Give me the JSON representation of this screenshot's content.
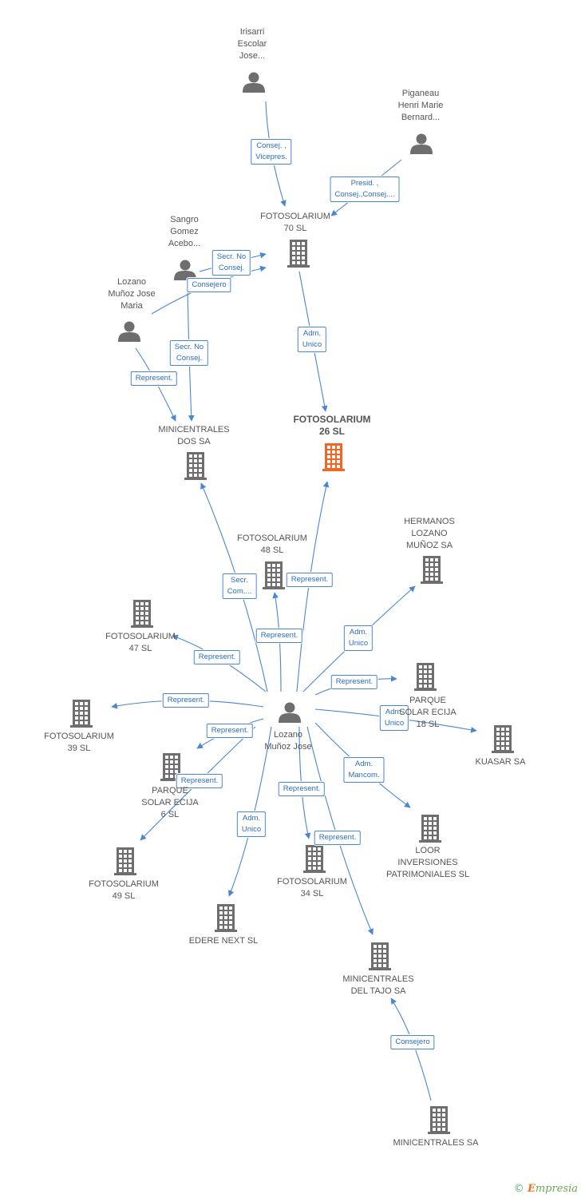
{
  "colors": {
    "edge": "#4a86d4",
    "node": "#6e6e6e",
    "focus": "#f26522",
    "label_text": "#2c6cc4"
  },
  "nodes": [
    {
      "id": "irisarri",
      "type": "person",
      "lines": [
        "Irisarri",
        "Escolar",
        "Jose..."
      ]
    },
    {
      "id": "piganeau",
      "type": "person",
      "lines": [
        "Piganeau",
        "Henri Marie",
        "Bernard..."
      ]
    },
    {
      "id": "sangro",
      "type": "person",
      "lines": [
        "Sangro",
        "Gomez",
        "Acebo..."
      ]
    },
    {
      "id": "lozano_top",
      "type": "person",
      "lines": [
        "Lozano",
        "Muñoz Jose",
        "Maria"
      ]
    },
    {
      "id": "foto70",
      "type": "company",
      "lines": [
        "FOTOSOLARIUM",
        "70 SL"
      ]
    },
    {
      "id": "foto26",
      "type": "company",
      "focus": true,
      "lines": [
        "FOTOSOLARIUM",
        "26 SL"
      ]
    },
    {
      "id": "minidos",
      "type": "company",
      "lines": [
        "MINICENTRALES",
        "DOS SA"
      ]
    },
    {
      "id": "foto48",
      "type": "company",
      "lines": [
        "FOTOSOLARIUM",
        "48 SL"
      ]
    },
    {
      "id": "hermanos",
      "type": "company",
      "lines": [
        "HERMANOS",
        "LOZANO",
        "MUÑOZ SA"
      ]
    },
    {
      "id": "foto47",
      "type": "company",
      "lines": [
        "FOTOSOLARIUM",
        "47 SL"
      ]
    },
    {
      "id": "parque18",
      "type": "company",
      "lines": [
        "PARQUE",
        "SOLAR ECIJA",
        "18 SL"
      ]
    },
    {
      "id": "lozano_center",
      "type": "person",
      "lines": [
        "Lozano",
        "Muñoz Jose"
      ]
    },
    {
      "id": "kuasar",
      "type": "company",
      "lines": [
        "KUASAR SA"
      ]
    },
    {
      "id": "foto39",
      "type": "company",
      "lines": [
        "FOTOSOLARIUM",
        "39 SL"
      ]
    },
    {
      "id": "parque6",
      "type": "company",
      "lines": [
        "PARQUE",
        "SOLAR ECIJA",
        "6 SL"
      ]
    },
    {
      "id": "loor",
      "type": "company",
      "lines": [
        "LOOR",
        "INVERSIONES",
        "PATRIMONIALES SL"
      ]
    },
    {
      "id": "foto49",
      "type": "company",
      "lines": [
        "FOTOSOLARIUM",
        "49 SL"
      ]
    },
    {
      "id": "foto34",
      "type": "company",
      "lines": [
        "FOTOSOLARIUM",
        "34 SL"
      ]
    },
    {
      "id": "edere",
      "type": "company",
      "lines": [
        "EDERE NEXT SL"
      ]
    },
    {
      "id": "minitajo",
      "type": "company",
      "lines": [
        "MINICENTRALES",
        "DEL TAJO SA"
      ]
    },
    {
      "id": "minisa",
      "type": "company",
      "lines": [
        "MINICENTRALES SA"
      ]
    }
  ],
  "edges": [
    {
      "from": "irisarri",
      "to": "foto70",
      "lines": [
        "Consej. ,",
        "Vicepres."
      ]
    },
    {
      "from": "piganeau",
      "to": "foto70",
      "lines": [
        "Presid. ,",
        "Consej.,Consej...."
      ]
    },
    {
      "from": "sangro",
      "to": "foto70",
      "lines": [
        "Secr.  No",
        "Consej."
      ]
    },
    {
      "from": "lozano_top",
      "to": "foto70",
      "lines": [
        "Consejero"
      ]
    },
    {
      "from": "sangro",
      "to": "minidos",
      "lines": [
        "Secr.  No",
        "Consej."
      ]
    },
    {
      "from": "lozano_top",
      "to": "minidos",
      "lines": [
        "Represent."
      ]
    },
    {
      "from": "foto70",
      "to": "foto26",
      "lines": [
        "Adm.",
        "Unico"
      ]
    },
    {
      "from": "lozano_center",
      "to": "minidos",
      "lines": [
        "Secr.",
        "Com...."
      ]
    },
    {
      "from": "lozano_center",
      "to": "foto26",
      "lines": [
        "Represent."
      ]
    },
    {
      "from": "lozano_center",
      "to": "foto48",
      "lines": [
        "Represent."
      ]
    },
    {
      "from": "lozano_center",
      "to": "hermanos",
      "lines": [
        "Adm.",
        "Unico"
      ]
    },
    {
      "from": "lozano_center",
      "to": "foto47",
      "lines": [
        "Represent."
      ]
    },
    {
      "from": "lozano_center",
      "to": "parque18",
      "lines": [
        "Represent."
      ]
    },
    {
      "from": "lozano_center",
      "to": "kuasar",
      "lines": [
        "Adm.",
        "Unico"
      ]
    },
    {
      "from": "lozano_center",
      "to": "foto39",
      "lines": [
        "Represent."
      ]
    },
    {
      "from": "lozano_center",
      "to": "parque6",
      "lines": [
        "Represent."
      ]
    },
    {
      "from": "lozano_center",
      "to": "foto49",
      "lines": [
        "Represent."
      ]
    },
    {
      "from": "lozano_center",
      "to": "loor",
      "lines": [
        "Adm.",
        "Mancom."
      ]
    },
    {
      "from": "lozano_center",
      "to": "edere",
      "lines": [
        "Adm.",
        "Unico"
      ]
    },
    {
      "from": "lozano_center",
      "to": "foto34",
      "lines": [
        "Represent."
      ]
    },
    {
      "from": "lozano_center",
      "to": "minitajo",
      "lines": [
        "Represent."
      ]
    },
    {
      "from": "minisa",
      "to": "minitajo",
      "lines": [
        "Consejero"
      ]
    }
  ],
  "footer": {
    "copyright": "©",
    "brand_initial": "E",
    "brand_rest": "mpresia"
  }
}
